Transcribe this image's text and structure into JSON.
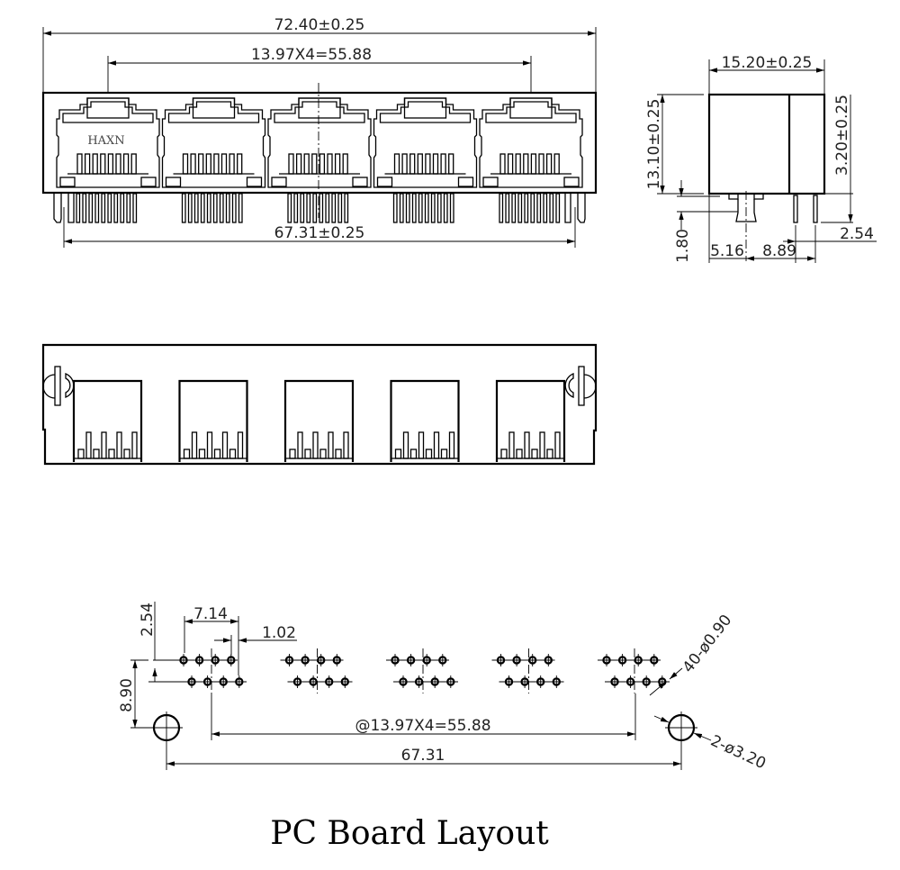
{
  "front_view": {
    "overall_width": "72.40±0.25",
    "port_pitch": "13.97X4=55.88",
    "peg_span": "67.31±0.25",
    "brand_mark": "HAXN",
    "port_count": 5
  },
  "side_view": {
    "depth": "15.20±0.25",
    "height": "13.10±0.25",
    "pin_length": "3.20±0.25",
    "peg_offset": "1.80",
    "peg_to_front": "5.16",
    "peg_to_pins": "8.89",
    "pin_spacing": "2.54"
  },
  "pcb_layout": {
    "row_offset": "2.54",
    "group_width": "7.14",
    "pin_pitch": "1.02",
    "peg_row_distance": "8.90",
    "group_pitch": "@13.97X4=55.88",
    "peg_span": "67.31",
    "pin_holes": "40-ø0.90",
    "peg_holes": "2-ø3.20",
    "title": "PC Board Layout"
  }
}
